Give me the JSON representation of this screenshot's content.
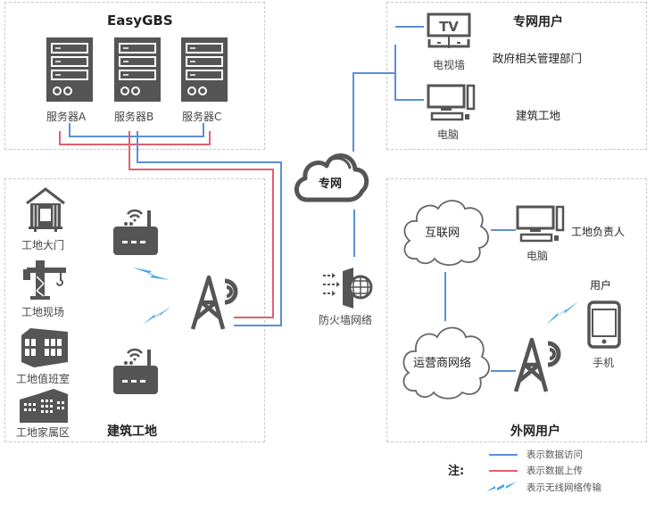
{
  "colors": {
    "data_access": "#5b8fd9",
    "data_upload": "#e06070",
    "wireless": "#3da7e6",
    "icon": "#555555",
    "dashed_border": "#c8c8c8"
  },
  "easygbs": {
    "title": "EasyGBS",
    "servers": [
      {
        "label": "服务器A",
        "icon": "server-icon"
      },
      {
        "label": "服务器B",
        "icon": "server-icon"
      },
      {
        "label": "服务器C",
        "icon": "server-icon"
      }
    ]
  },
  "private_users": {
    "title": "专网用户",
    "devices": [
      {
        "label": "电视墙",
        "icon": "tv-wall-icon",
        "description": "政府相关管理部门",
        "tv_text": "TV"
      },
      {
        "label": "电脑",
        "icon": "computer-icon",
        "description": "建筑工地"
      }
    ]
  },
  "construction_site": {
    "title": "建筑工地",
    "locations": [
      {
        "label": "工地大门",
        "icon": "gate-house-icon"
      },
      {
        "label": "工地现场",
        "icon": "crane-icon"
      },
      {
        "label": "工地值班室",
        "icon": "duty-room-icon"
      },
      {
        "label": "工地家属区",
        "icon": "residential-building-icon"
      }
    ]
  },
  "center": {
    "cloud_label": "专网",
    "firewall_label": "防火墙网络"
  },
  "public_users": {
    "title": "外网用户",
    "internet_label": "互联网",
    "carrier_label": "运营商网络",
    "computer_label": "电脑",
    "computer_owner": "工地负责人",
    "phone_label": "手机",
    "phone_owner": "用户"
  },
  "legend": {
    "title": "注:",
    "items": [
      {
        "type": "line",
        "color": "#5b8fd9",
        "label": "表示数据访问"
      },
      {
        "type": "line",
        "color": "#e06070",
        "label": "表示数据上传"
      },
      {
        "type": "wireless",
        "color": "#3da7e6",
        "label": "表示无线网络传输"
      }
    ]
  }
}
